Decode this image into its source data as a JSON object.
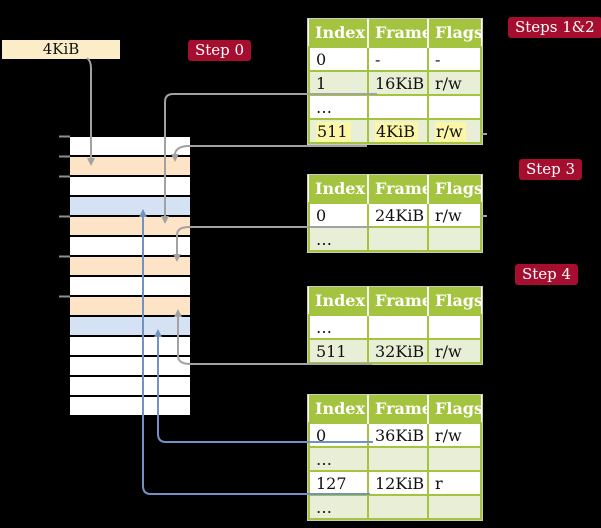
{
  "colors": {
    "background": "#000000",
    "table_header_green": "#a4c43f",
    "table_row_green": "#e9efd7",
    "highlight_yellow": "#fcf7a6",
    "step_badge_red": "#a60e2f",
    "frame_box_wheat": "#fbedc8",
    "page_table_frame_orange": "#fde4c6",
    "mapped_page_blue": "#d5e2f4",
    "arrow_gray": "#a2a2a2",
    "arrow_blue": "#7292c4"
  },
  "cr3_box": {
    "label": "4KiB"
  },
  "step_badges": [
    {
      "label": "Step 0"
    },
    {
      "label": "Steps 1&2"
    },
    {
      "label": "Step 3"
    },
    {
      "label": "Step 4"
    }
  ],
  "tables": [
    {
      "headers": [
        "Index",
        "Frame",
        "Flags"
      ],
      "rows": [
        {
          "cells": [
            "0",
            "-",
            "-"
          ]
        },
        {
          "cells": [
            "1",
            "16KiB",
            "r/w"
          ]
        },
        {
          "cells": [
            "…",
            "",
            ""
          ]
        },
        {
          "cells": [
            "511",
            "4KiB",
            "r/w"
          ],
          "highlighted": true
        }
      ]
    },
    {
      "headers": [
        "Index",
        "Frame",
        "Flags"
      ],
      "rows": [
        {
          "cells": [
            "0",
            "24KiB",
            "r/w"
          ]
        },
        {
          "cells": [
            "…",
            "",
            ""
          ]
        }
      ]
    },
    {
      "headers": [
        "Index",
        "Frame",
        "Flags"
      ],
      "rows": [
        {
          "cells": [
            "…",
            "",
            ""
          ]
        },
        {
          "cells": [
            "511",
            "32KiB",
            "r/w"
          ]
        }
      ]
    },
    {
      "headers": [
        "Index",
        "Frame",
        "Flags"
      ],
      "rows": [
        {
          "cells": [
            "0",
            "36KiB",
            "r/w"
          ]
        },
        {
          "cells": [
            "…",
            "",
            ""
          ]
        },
        {
          "cells": [
            "127",
            "12KiB",
            "r"
          ]
        },
        {
          "cells": [
            "…",
            "",
            ""
          ]
        }
      ]
    }
  ],
  "memory_strip": {
    "row_kinds": [
      "free",
      "table",
      "free",
      "page",
      "table",
      "free",
      "table",
      "free",
      "table",
      "page",
      "free",
      "free",
      "free",
      "free"
    ]
  }
}
